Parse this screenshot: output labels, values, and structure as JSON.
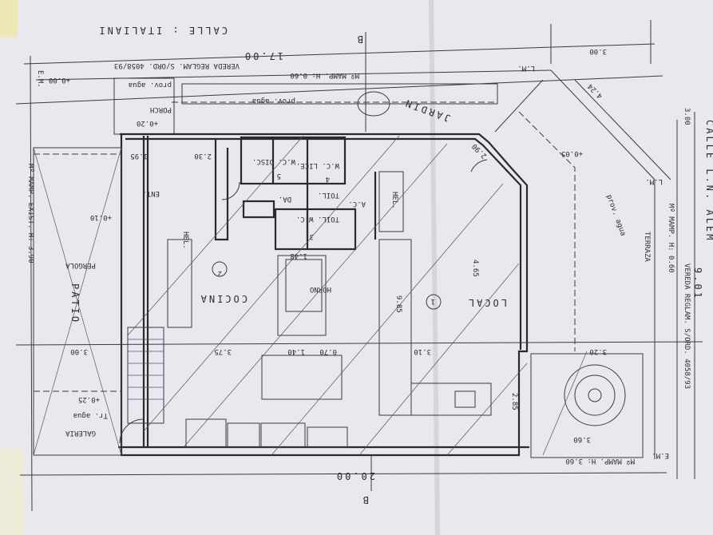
{
  "plan": {
    "street_top": "CALLE : ITALIANI",
    "street_right": "CALLE L.N. ALEM",
    "sidewalk_top": "VEREDA REGLAM. S/ORD. 4058/93",
    "sidewalk_right": "VEREDA REGLAM. S/ORD. 4058/93",
    "wall_top": "Mº MAMP. H: 0.60",
    "wall_right": "Mº MAMP. H: 0.60",
    "wall_bottom": "Mº MAMP. H: 3.60",
    "wall_left": "Mº MAMP. EXIST. H: 3.90",
    "section_marks": [
      "B",
      "B"
    ],
    "rooms": {
      "local": "LOCAL",
      "local_num": "1",
      "cocina": "COCINA",
      "cocina_num": "2",
      "horno": "HORNO",
      "ent": "ENT.",
      "patio": "PATIO",
      "galeria": "GALERIA",
      "pergola": "PERGOLA",
      "porch": "PORCH",
      "jardin": "JARDIN",
      "terraza": "TERRAZA",
      "wc_disc": "W.C. DISC.",
      "wc_disc_num": "5",
      "wc": "W.C. LICE.",
      "wc_num": "4",
      "toil": "TOIL.",
      "toil_wc": "TOIL. W.C.",
      "toil_wc_num": "3",
      "ac": "A.C.",
      "da": "DA.",
      "hel1": "HEL.",
      "hel2": "HEL."
    },
    "notes": {
      "prov_agua1": "prov. agua",
      "prov_agua2": "prov. agua",
      "prov_agua3": "prov. agua",
      "tr_agua": "Tr. agua",
      "lm1": "L.M.",
      "lm2": "L.M.",
      "em1": "E.M.",
      "em2": "E.M."
    },
    "levels": [
      "+0.20",
      "+0.10",
      "+0.05",
      "+0.00",
      "+0.25"
    ],
    "dimensions": {
      "top_total": "17.00",
      "bottom_total": "20.00",
      "chamfer": "3.00",
      "diag": "4.24",
      "right_top": "3.00",
      "right_total": "9.01",
      "d195": "1.95",
      "d230": "2.30",
      "d465": "4.65",
      "d985": "9.85",
      "d375": "3.75",
      "d140": "1.40",
      "d070": "0.70",
      "d310": "3.10",
      "d320": "3.20",
      "d300": "3.00",
      "d285": "2.85",
      "d360": "3.60",
      "d290": "2.90",
      "d148": "1.48"
    }
  }
}
